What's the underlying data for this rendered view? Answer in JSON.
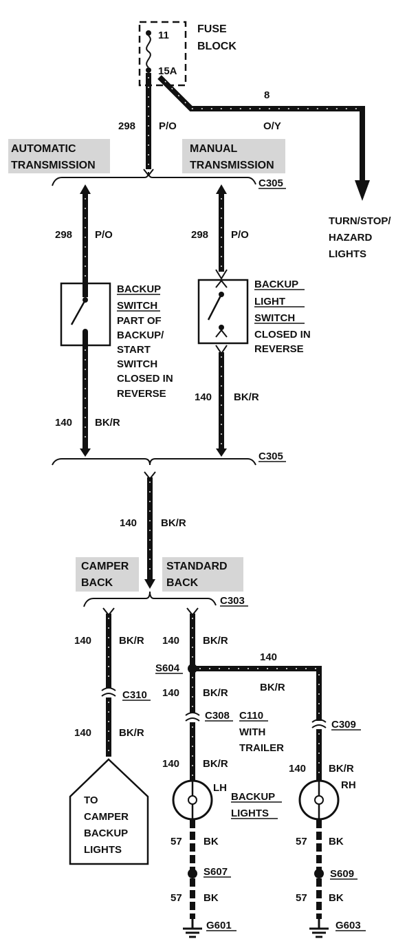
{
  "fuse": {
    "title_line1": "FUSE",
    "title_line2": "BLOCK",
    "number": "11",
    "rating": "15A"
  },
  "wires": {
    "w298_num": "298",
    "w298_color": "P/O",
    "w8_num": "8",
    "w8_color": "O/Y",
    "w140_num": "140",
    "w140_color": "BK/R",
    "w57_num": "57",
    "w57_color": "BK"
  },
  "turn_label": [
    "TURN/STOP/",
    "HAZARD",
    "LIGHTS"
  ],
  "auto_label": [
    "AUTOMATIC",
    "TRANSMISSION"
  ],
  "manual_label": [
    "MANUAL",
    "TRANSMISSION"
  ],
  "connectors": {
    "c305": "C305",
    "c303": "C303",
    "c310": "C310",
    "c308": "C308",
    "c309": "C309",
    "c110": "C110",
    "c110_note": [
      "WITH",
      "TRAILER"
    ]
  },
  "backup_switch": {
    "title": [
      "BACKUP",
      "SWITCH"
    ],
    "note": [
      "PART OF",
      "BACKUP/",
      "START",
      "SWITCH",
      "CLOSED IN",
      "REVERSE"
    ]
  },
  "backup_light_switch": {
    "title": [
      "BACKUP",
      "LIGHT",
      "SWITCH"
    ],
    "note": [
      "CLOSED IN",
      "REVERSE"
    ]
  },
  "camper_label": [
    "CAMPER",
    "BACK"
  ],
  "standard_label": [
    "STANDARD",
    "BACK"
  ],
  "splices": {
    "s604": "S604",
    "s607": "S607",
    "s609": "S609"
  },
  "grounds": {
    "g601": "G601",
    "g603": "G603"
  },
  "camper_box": [
    "TO",
    "CAMPER",
    "BACKUP",
    "LIGHTS"
  ],
  "lamps": {
    "lh": "LH",
    "rh": "RH",
    "title": [
      "BACKUP",
      "LIGHTS"
    ]
  }
}
